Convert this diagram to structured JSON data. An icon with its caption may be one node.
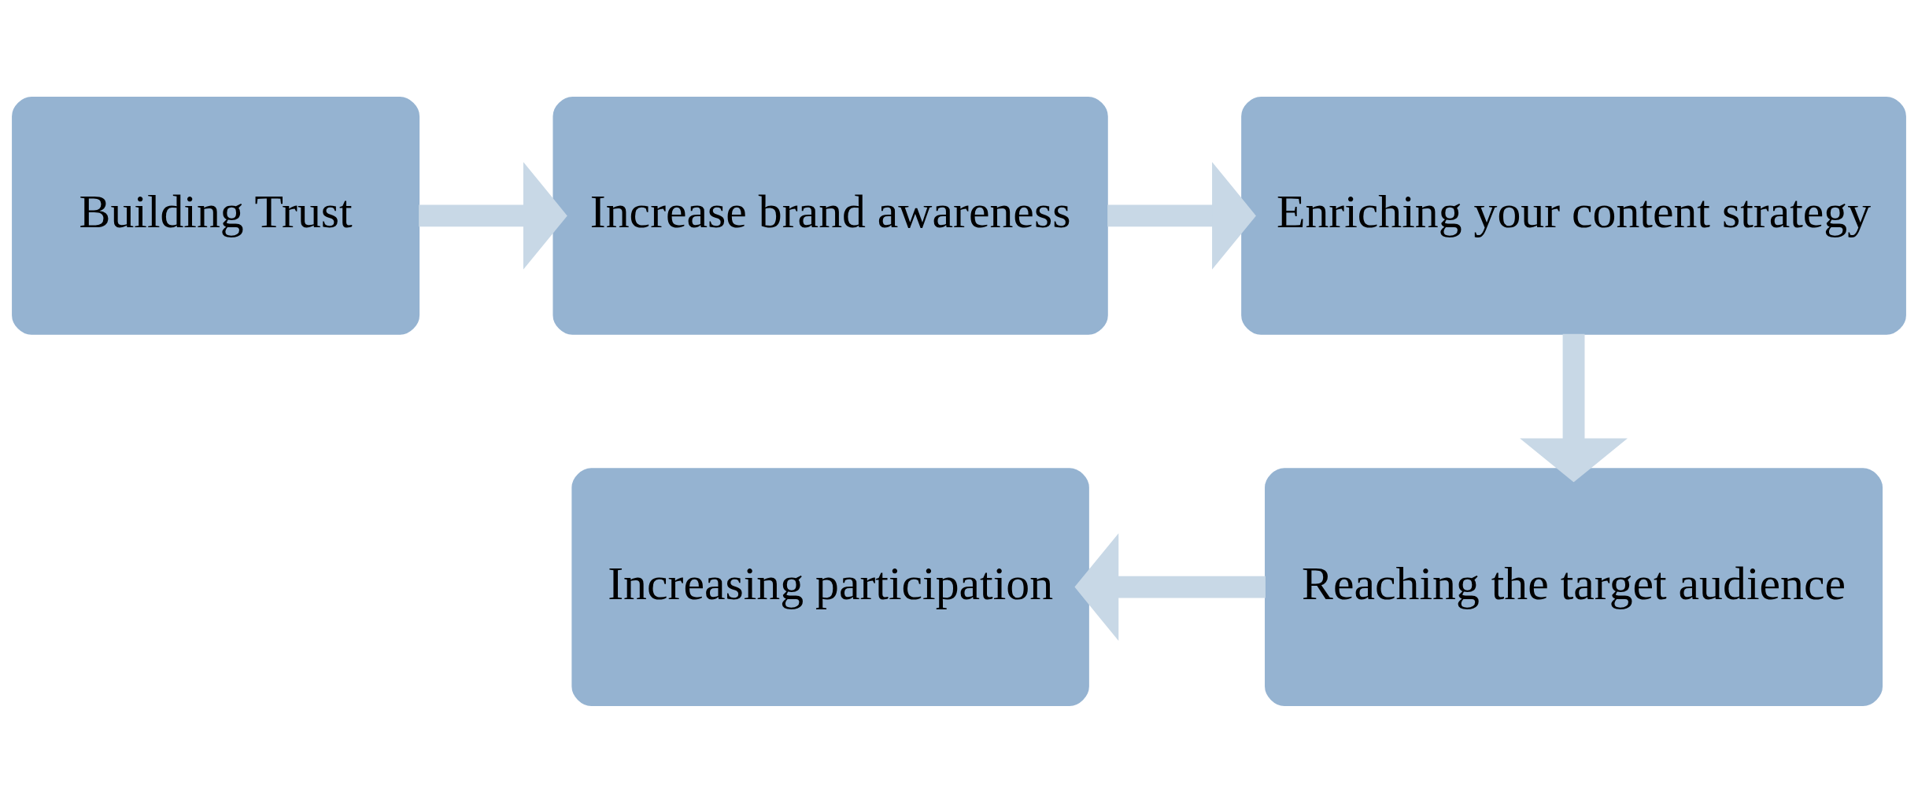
{
  "diagram": {
    "nodes": [
      {
        "text": [
          "Building Trust"
        ]
      },
      {
        "text": [
          "Increase brand awareness"
        ]
      },
      {
        "text": [
          "Enriching your content strategy"
        ]
      },
      {
        "text": [
          "Increasing participation"
        ]
      },
      {
        "text": [
          "Reaching the target audience"
        ]
      }
    ],
    "edges": [
      {
        "from": 0,
        "to": 1,
        "arrow": "to"
      },
      {
        "from": 1,
        "to": 2,
        "arrow": "to"
      },
      {
        "from": 2,
        "to": 4,
        "arrow": "to"
      },
      {
        "from": 4,
        "to": 3,
        "arrow": "to"
      }
    ]
  }
}
